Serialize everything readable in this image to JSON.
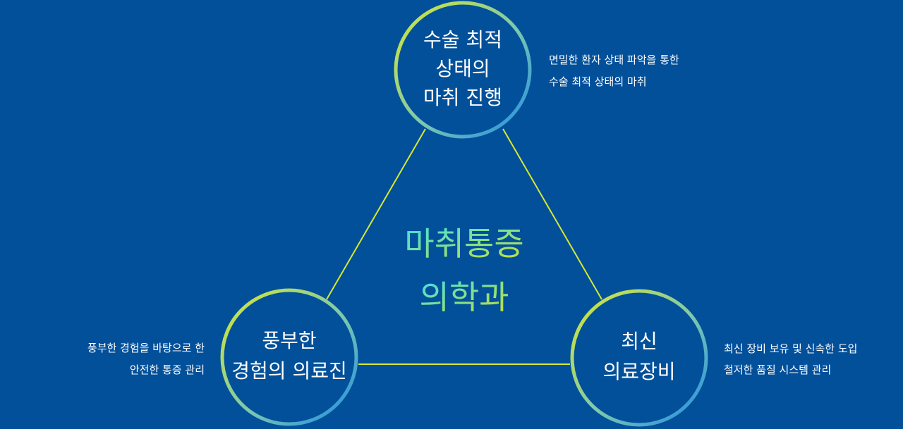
{
  "center": {
    "line1": "마취통증",
    "line2": "의학과"
  },
  "nodes": {
    "top": {
      "lines": [
        "수술 최적",
        "상태의",
        "마취 진행"
      ],
      "desc": [
        "면밀한 환자 상태 파악을 통한",
        "수술 최적 상태의 마취"
      ]
    },
    "left": {
      "lines": [
        "풍부한",
        "경험의 의료진"
      ],
      "desc": [
        "풍부한 경험을 바탕으로 한",
        "안전한 통증 관리"
      ]
    },
    "right": {
      "lines": [
        "최신",
        "의료장비"
      ],
      "desc": [
        "최신 장비 보유 및 신속한 도입",
        "철저한 품질 시스템 관리"
      ]
    }
  },
  "colors": {
    "background": "#02509A",
    "connector": "#D8E830",
    "ring_start": "#D8E830",
    "ring_end": "#1E8BE8",
    "center_start": "#3FE0E8",
    "center_end": "#C8E030"
  }
}
